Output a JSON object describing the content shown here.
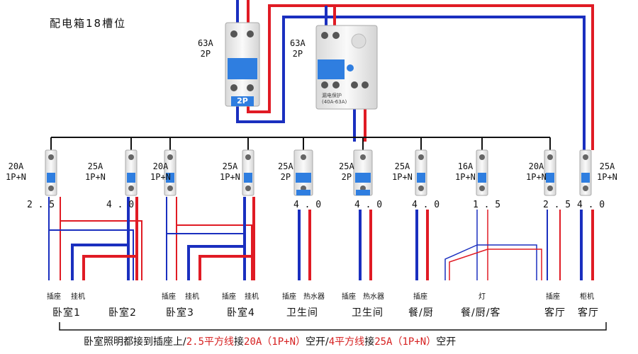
{
  "title": "配电箱18槽位",
  "main_breakers": [
    {
      "rating": "63A",
      "poles": "2P",
      "badge": "2P"
    },
    {
      "rating": "63A",
      "poles": "2P",
      "rcd_text_1": "漏电保护",
      "rcd_text_2": "(40A-63A)"
    }
  ],
  "branches": [
    {
      "rating": "20A",
      "poles": "1P+N",
      "wire_size": "2.5",
      "functions": [
        "插座",
        "挂机"
      ],
      "room": "卧室1"
    },
    {
      "rating": "25A",
      "poles": "1P+N",
      "wire_size": "4.0",
      "functions": [],
      "room": "卧室2"
    },
    {
      "rating": "20A",
      "poles": "1P+N",
      "wire_size": "",
      "functions": [
        "插座",
        "挂机"
      ],
      "room": "卧室3"
    },
    {
      "rating": "25A",
      "poles": "1P+N",
      "wire_size": "",
      "functions": [
        "插座",
        "挂机"
      ],
      "room": "卧室4"
    },
    {
      "rating": "25A",
      "poles": "2P",
      "wire_size": "4.0",
      "functions": [
        "插座",
        "热水器"
      ],
      "room": "卫生间"
    },
    {
      "rating": "25A",
      "poles": "2P",
      "wire_size": "4.0",
      "functions": [
        "插座",
        "热水器"
      ],
      "room": "卫生间"
    },
    {
      "rating": "25A",
      "poles": "1P+N",
      "wire_size": "4.0",
      "functions": [
        "插座"
      ],
      "room": "餐/厨"
    },
    {
      "rating": "16A",
      "poles": "1P+N",
      "wire_size": "1.5",
      "functions": [
        "灯"
      ],
      "room": "餐/厨/客"
    },
    {
      "rating": "20A",
      "poles": "1P+N",
      "wire_size": "2.5",
      "functions": [
        "插座"
      ],
      "room": "客厅"
    },
    {
      "rating": "25A",
      "poles": "1P+N",
      "wire_size": "4.0",
      "functions": [
        "柜机"
      ],
      "room": "客厅"
    }
  ],
  "footnote": {
    "part1": "卧室照明都接到插座上/",
    "part2": "2.5平方线",
    "part3": "接",
    "part4": "20A（1P+N）",
    "part5": "空开/",
    "part6": "4平方线",
    "part7": "接",
    "part8": "25A（1P+N）",
    "part9": "空开"
  },
  "colors": {
    "live": "#e01b24",
    "neutral": "#1a2fbf",
    "breaker_body": "#f0f0f0",
    "handle": "#2f7ee0"
  }
}
